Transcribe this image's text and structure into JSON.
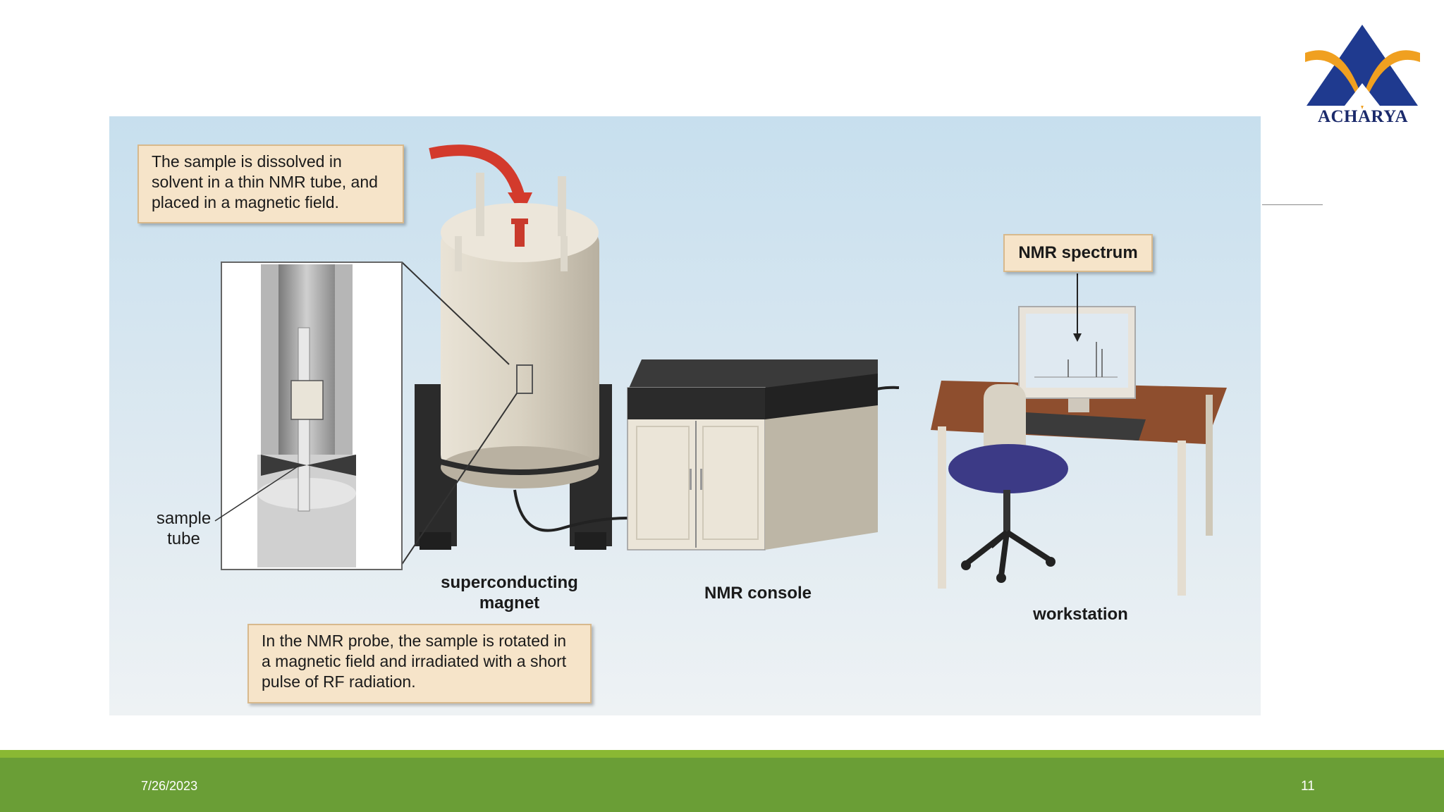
{
  "logo": {
    "text": "ACHARYA",
    "colors": {
      "triangle": "#1f3a8f",
      "arcs": "#f0a020"
    }
  },
  "diagram": {
    "callout_top": "The sample is dissolved in solvent in a thin NMR tube, and placed in a magnetic field.",
    "callout_bottom": "In the NMR probe, the sample is rotated in a magnetic field and irradiated with a short pulse of RF radiation.",
    "label_sample_tube": "sample tube",
    "label_magnet": "superconducting magnet",
    "label_console": "NMR console",
    "label_workstation": "workstation",
    "label_spectrum": "NMR spectrum"
  },
  "footer": {
    "date": "7/26/2023",
    "page": "11"
  }
}
